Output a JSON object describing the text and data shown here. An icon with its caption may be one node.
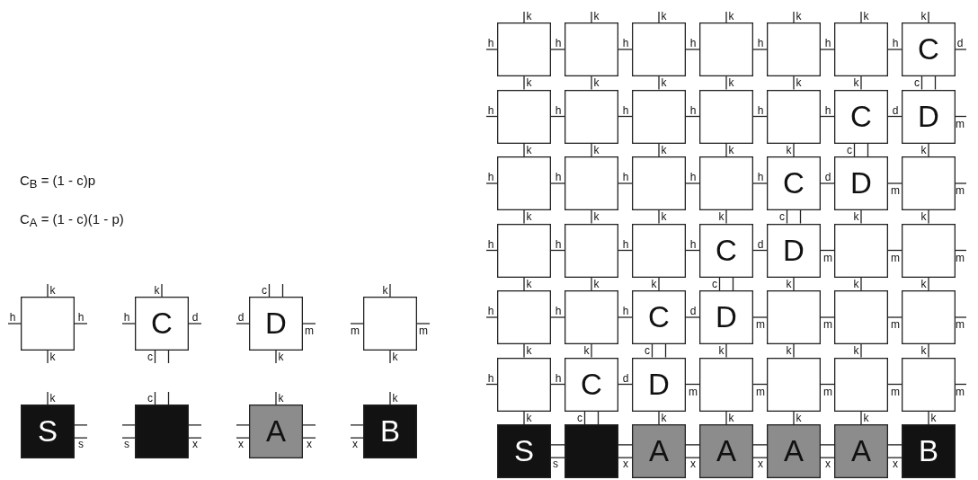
{
  "diagram": {
    "nodes": [
      {
        "text": [],
        "shape": "box",
        "beside": [
          "k",
          "h",
          "h",
          "k"
        ]
      },
      {
        "text": [
          "C"
        ],
        "beside": [
          "k",
          "h",
          "d",
          "c"
        ]
      },
      {
        "text": [
          "D"
        ],
        "beside": [
          "c",
          "d",
          "m",
          "k"
        ]
      },
      {
        "text": [],
        "shape": "box",
        "beside": [
          "k",
          "m",
          "m",
          "k"
        ]
      },
      {
        "text": [
          "S"
        ],
        "beside": [
          "k",
          "s"
        ]
      },
      {
        "text": [],
        "shape": "box",
        "beside": [
          "c",
          "s",
          "x"
        ]
      },
      {
        "text": [
          "A"
        ],
        "beside": [
          "k",
          "x",
          "x"
        ]
      },
      {
        "text": [
          "B"
        ],
        "beside": [
          "k",
          "x"
        ]
      },
      {
        "text": [],
        "shape": "box",
        "beside": [
          "k",
          "h",
          "h",
          "k"
        ]
      },
      {
        "text": [],
        "shape": "box",
        "beside": [
          "k",
          "h",
          "k"
        ]
      },
      {
        "text": [],
        "shape": "box",
        "beside": [
          "k",
          "h",
          "k"
        ]
      },
      {
        "text": [],
        "shape": "box",
        "beside": [
          "k",
          "h",
          "k"
        ]
      },
      {
        "text": [],
        "shape": "box",
        "beside": [
          "k",
          "h",
          "k"
        ]
      },
      {
        "text": [],
        "shape": "box",
        "beside": [
          "k",
          "h",
          "k"
        ]
      },
      {
        "text": [
          "C"
        ],
        "beside": [
          "k",
          "d",
          "c"
        ]
      },
      {
        "text": [],
        "shape": "box",
        "beside": [
          "h",
          "h",
          "k"
        ]
      },
      {
        "text": [],
        "shape": "box",
        "beside": [
          "h",
          "k"
        ]
      },
      {
        "text": [],
        "shape": "box",
        "beside": [
          "h",
          "k"
        ]
      },
      {
        "text": [],
        "shape": "box",
        "beside": [
          "h",
          "k"
        ]
      },
      {
        "text": [],
        "shape": "box",
        "beside": [
          "h",
          "k"
        ]
      },
      {
        "text": [
          "C"
        ],
        "beside": [
          "d",
          "c"
        ]
      },
      {
        "text": [
          "D"
        ],
        "beside": [
          "m",
          "k"
        ]
      },
      {
        "text": [],
        "shape": "box",
        "beside": [
          "h",
          "h",
          "k"
        ]
      },
      {
        "text": [],
        "shape": "box",
        "beside": [
          "h",
          "k"
        ]
      },
      {
        "text": [],
        "shape": "box",
        "beside": [
          "h",
          "k"
        ]
      },
      {
        "text": [],
        "shape": "box",
        "beside": [
          "h",
          "k"
        ]
      },
      {
        "text": [
          "C"
        ],
        "beside": [
          "d",
          "c"
        ]
      },
      {
        "text": [
          "D"
        ],
        "beside": [
          "m",
          "k"
        ]
      },
      {
        "text": [],
        "shape": "box",
        "beside": [
          "m",
          "k"
        ]
      },
      {
        "text": [],
        "shape": "box",
        "beside": [
          "h",
          "h",
          "k"
        ]
      },
      {
        "text": [],
        "shape": "box",
        "beside": [
          "h",
          "k"
        ]
      },
      {
        "text": [],
        "shape": "box",
        "beside": [
          "h",
          "k"
        ]
      },
      {
        "text": [
          "C"
        ],
        "beside": [
          "d",
          "c"
        ]
      },
      {
        "text": [
          "D"
        ],
        "beside": [
          "m",
          "k"
        ]
      },
      {
        "text": [],
        "shape": "box",
        "beside": [
          "m",
          "k"
        ]
      },
      {
        "text": [],
        "shape": "box",
        "beside": [
          "m",
          "k"
        ]
      },
      {
        "text": [],
        "shape": "box",
        "beside": [
          "h",
          "h",
          "k"
        ]
      },
      {
        "text": [],
        "shape": "box",
        "beside": [
          "h",
          "k"
        ]
      },
      {
        "text": [
          "C"
        ],
        "beside": [
          "d",
          "c"
        ]
      },
      {
        "text": [
          "D"
        ],
        "beside": [
          "m",
          "k"
        ]
      },
      {
        "text": [],
        "shape": "box",
        "beside": [
          "m",
          "k"
        ]
      },
      {
        "text": [],
        "shape": "box",
        "beside": [
          "m",
          "k"
        ]
      },
      {
        "text": [],
        "shape": "box",
        "beside": [
          "m",
          "k"
        ]
      },
      {
        "text": [],
        "shape": "box",
        "beside": [
          "h",
          "h",
          "k"
        ]
      },
      {
        "text": [
          "C"
        ],
        "beside": [
          "d",
          "c"
        ]
      },
      {
        "text": [
          "D"
        ],
        "beside": [
          "m",
          "k"
        ]
      },
      {
        "text": [],
        "shape": "box",
        "beside": [
          "m",
          "k"
        ]
      },
      {
        "text": [],
        "shape": "box",
        "beside": [
          "m",
          "k"
        ]
      },
      {
        "text": [],
        "shape": "box",
        "beside": [
          "m",
          "k"
        ]
      },
      {
        "text": [],
        "shape": "box",
        "beside": [
          "m",
          "k"
        ]
      },
      {
        "text": [
          "S"
        ],
        "beside": [
          "s"
        ]
      },
      {
        "text": [],
        "shape": "box",
        "beside": [
          "x"
        ]
      },
      {
        "text": [
          "A"
        ],
        "beside": [
          "x"
        ]
      },
      {
        "text": [
          "A"
        ],
        "beside": [
          "x"
        ]
      },
      {
        "text": [
          "A"
        ],
        "beside": [
          "x"
        ]
      },
      {
        "text": [
          "A"
        ],
        "beside": [
          "x"
        ]
      },
      {
        "text": [
          "B"
        ]
      }
    ],
    "labels": [
      "C$_{B}$ = (1 - c)p",
      "C$_{A}$ = (1 - c)(1 - p)"
    ]
  }
}
